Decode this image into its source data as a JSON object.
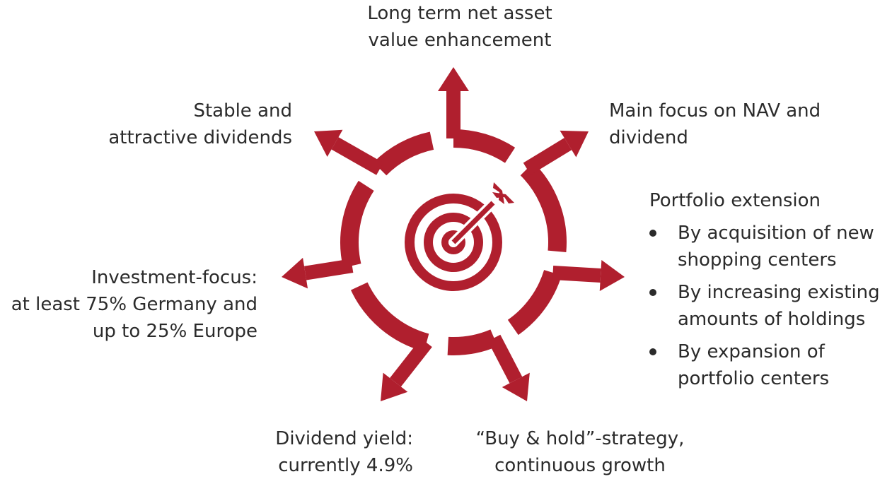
{
  "colors": {
    "accent": "#b01f2e",
    "text": "#2b2b2b"
  },
  "center_icon": "target-with-arrow",
  "labels": {
    "top": [
      "Long term net asset",
      "value enhancement"
    ],
    "top_left": [
      "Stable and",
      "attractive dividends"
    ],
    "top_right": [
      "Main focus on NAV and",
      "dividend"
    ],
    "left": [
      "Investment-focus:",
      "at least 75% Germany and",
      "up to 25% Europe"
    ],
    "bottom_left": [
      "Dividend yield:",
      "currently 4.9%"
    ],
    "bottom_right": [
      "“Buy & hold”-strategy,",
      "continuous growth"
    ],
    "right": {
      "title": "Portfolio extension",
      "bullets": [
        [
          "By acquisition of new",
          "shopping centers"
        ],
        [
          "By increasing existing",
          "amounts of holdings"
        ],
        [
          "By expansion of",
          "portfolio centers"
        ]
      ]
    }
  }
}
